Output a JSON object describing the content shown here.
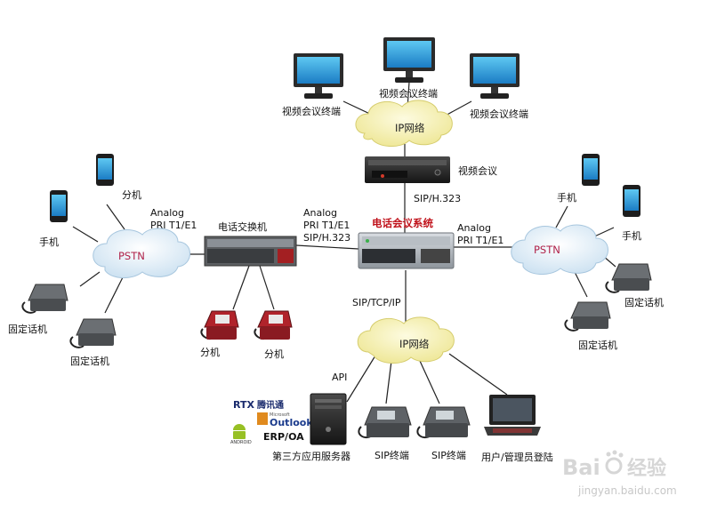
{
  "colors": {
    "cloud_fill": "#f7f3b6",
    "core_label": "#c0121b",
    "pstn_label": "#b0234a",
    "phone_red": "#b0232b",
    "device_dark": "#2b2b2b"
  },
  "top": {
    "cloud_label": "IP网络",
    "terminal_left": "视频会议终端",
    "terminal_center": "视频会议终端",
    "terminal_right": "视频会议终端",
    "mcu_label": "视频会议",
    "protocol_mcu": "SIP/H.323"
  },
  "core": {
    "label": "电话会议系统",
    "protocol_left_1": "Analog",
    "protocol_left_2": "PRI T1/E1",
    "protocol_left_3": "SIP/H.323",
    "protocol_right_1": "Analog",
    "protocol_right_2": "PRI T1/E1",
    "protocol_bottom": "SIP/TCP/IP"
  },
  "pbx": {
    "label": "电话交换机",
    "ext_left": "分机",
    "ext_right": "分机",
    "protocol_1": "Analog",
    "protocol_2": "PRI T1/E1"
  },
  "left_pstn": {
    "label": "PSTN",
    "mobile_ext": "分机",
    "mobile": "手机",
    "landline_1": "固定话机",
    "landline_2": "固定话机"
  },
  "right_pstn": {
    "label": "PSTN",
    "mobile_1": "手机",
    "mobile_2": "手机",
    "landline_1": "固定话机",
    "landline_2": "固定话机"
  },
  "bottom": {
    "cloud_label": "IP网络",
    "api_label": "API",
    "logo_rtx": "RTX",
    "logo_rtx_cn": "腾讯通",
    "logo_outlook_small": "Microsoft",
    "logo_outlook": "Outlook",
    "logo_android": "ANDROID",
    "erp_label": "ERP/OA",
    "server_label": "第三方应用服务器",
    "sip_terminal_1": "SIP终端",
    "sip_terminal_2": "SIP终端",
    "laptop_label": "用户/管理员登陆"
  },
  "watermark": {
    "brand": "Bai",
    "brand_cn": "经验",
    "url": "jingyan.baidu.com"
  }
}
